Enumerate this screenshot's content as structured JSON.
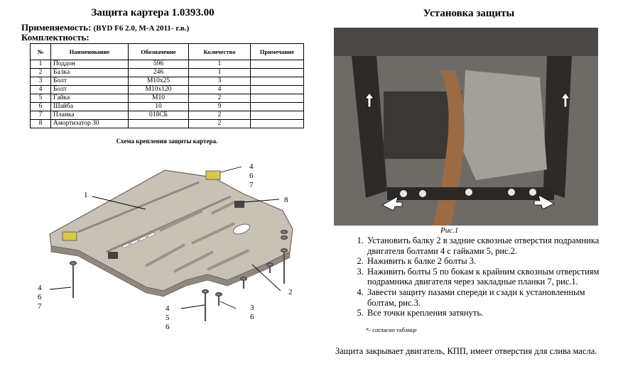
{
  "left_title": "Защита картера 1.0393.00",
  "applicability_label": "Применяемость:",
  "applicability_model": "(BYD F6  2.0, M-A  2011- г.в.)",
  "kit_label": "Комплектность:",
  "table": {
    "headers": [
      "№",
      "Наименование",
      "Обозначение",
      "Количество",
      "Примечание"
    ],
    "rows": [
      [
        "1",
        "Поддон",
        "596",
        "1",
        ""
      ],
      [
        "2",
        "Балка",
        "246",
        "1",
        ""
      ],
      [
        "3",
        "Болт",
        "M10x25",
        "3",
        ""
      ],
      [
        "4",
        "Болт",
        "M10x120",
        "4",
        ""
      ],
      [
        "5",
        "Гайка",
        "M10",
        "2",
        ""
      ],
      [
        "6",
        "Шайба",
        "10",
        "9",
        ""
      ],
      [
        "7",
        "Планка",
        "018СБ",
        "2",
        ""
      ],
      [
        "8",
        "Амортизатор 30",
        "",
        "2",
        ""
      ]
    ]
  },
  "scheme_caption": "Схема крепления защиты  картера.",
  "diagram_labels": {
    "top_right_group": [
      "4",
      "6",
      "7"
    ],
    "item_1": "1",
    "item_8": "8",
    "left_group": [
      "4",
      "6",
      "7"
    ],
    "bottom_middle_group": [
      "4",
      "5",
      "6"
    ],
    "bottom_right_group": [
      "3",
      "6"
    ],
    "item_2": "2"
  },
  "right_title": "Установка защиты",
  "figure_caption": "Рис.1",
  "steps": [
    "Установить балку 2 в задние сквозные отверстия подрамника двигателя болтами 4 с гайками 5, рис.2.",
    "Наживить к балке 2 болты 3.",
    "Наживить болты 5 по бокам к крайним сквозным отверстиям подрамника двигателя через закладные планки 7, рис.1.",
    "Завести защиту пазами спереди и сзади к установленным болтам, рис.3.",
    "Все точки крепления затянуть."
  ],
  "footnote": "*- согласно таблице",
  "closing_text": "Защита закрывает двигатель, КПП, имеет отверстия для слива масла.",
  "colors": {
    "plate": "#c8c2b6",
    "plate_dark": "#8e887e",
    "bracket": "#d6c84a",
    "photo_bg": "#6e6a66"
  }
}
